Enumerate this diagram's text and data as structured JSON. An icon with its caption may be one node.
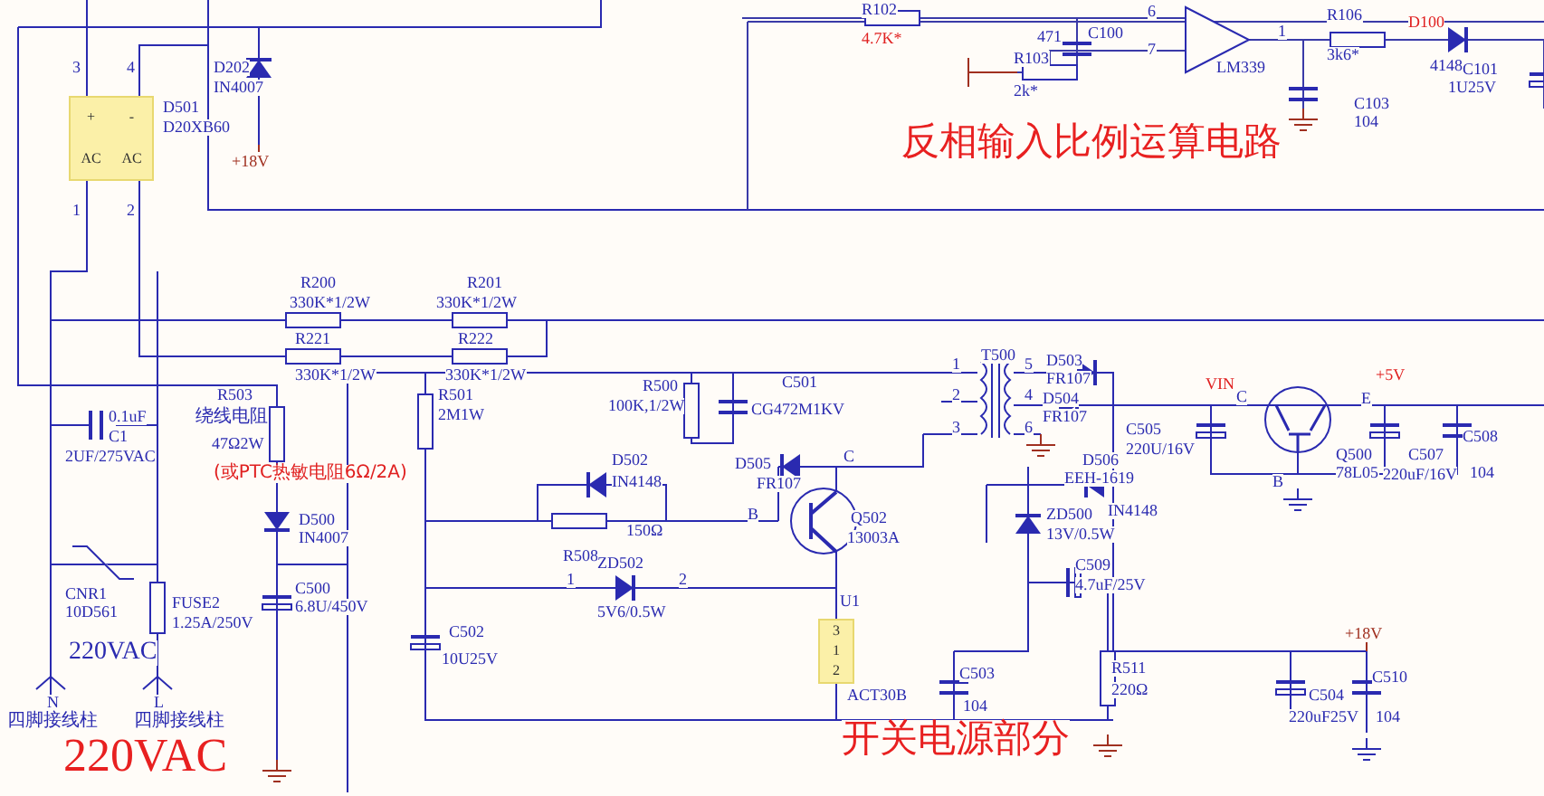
{
  "diagram": {
    "nodes": [
      {
        "text": [
          "+",
          "-",
          "AC",
          "AC"
        ],
        "beside": [
          "D501",
          "D20XB60"
        ]
      },
      {
        "text": [
          "3",
          "1",
          "2"
        ],
        "beside": [
          "U1",
          "ACT30B"
        ]
      }
    ],
    "labels": [
      "3",
      "4",
      "D202",
      "IN4007",
      "+18V",
      "1",
      "2",
      "R102",
      "4.7K*",
      "6",
      "471",
      "C100",
      "7",
      "R103",
      "2k*",
      "LM339",
      "1",
      "R106",
      "3k6*",
      "D100",
      "4148",
      "C101",
      "1U25V",
      "C103",
      "104",
      "反相输入比例运算电路",
      "R200",
      "330K*1/2W",
      "R201",
      "330K*1/2W",
      "R221",
      "330K*1/2W",
      "R222",
      "330K*1/2W",
      "R501",
      "2M1W",
      "R500",
      "100K,1/2W",
      "C501",
      "CG472M1KV",
      "0.1uF",
      "C1",
      "2UF/275VAC",
      "R503",
      "绕线电阻",
      "47Ω2W",
      "(或PTC热敏电阻6Ω/2A)",
      "D502",
      "IN4148",
      "D505",
      "FR107",
      "C",
      "B",
      "R508",
      "150Ω",
      "Q502",
      "13003A",
      "D500",
      "IN4007",
      "ZD502",
      "1",
      "2",
      "5V6/0.5W",
      "C500",
      "6.8U/450V",
      "CNR1",
      "10D561",
      "FUSE2",
      "1.25A/250V",
      "C502",
      "10U25V",
      "220VAC",
      "N",
      "L",
      "四脚接线柱",
      "四脚接线柱",
      "220VAC",
      "T500",
      "1",
      "2",
      "3",
      "5",
      "4",
      "6",
      "D503",
      "FR107",
      "D504",
      "FR107",
      "D506",
      "EEH-1619",
      "IN4148",
      "C505",
      "220U/16V",
      "VIN",
      "C",
      "E",
      "+5V",
      "B",
      "Q500",
      "78L05",
      "C507",
      "220uF/16V",
      "C508",
      "104",
      "ZD500",
      "13V/0.5W",
      "C509",
      "4.7uF/25V",
      "C503",
      "104",
      "R511",
      "220Ω",
      "+18V",
      "C504",
      "220uF25V",
      "C510",
      "104",
      "开关电源部分"
    ]
  }
}
